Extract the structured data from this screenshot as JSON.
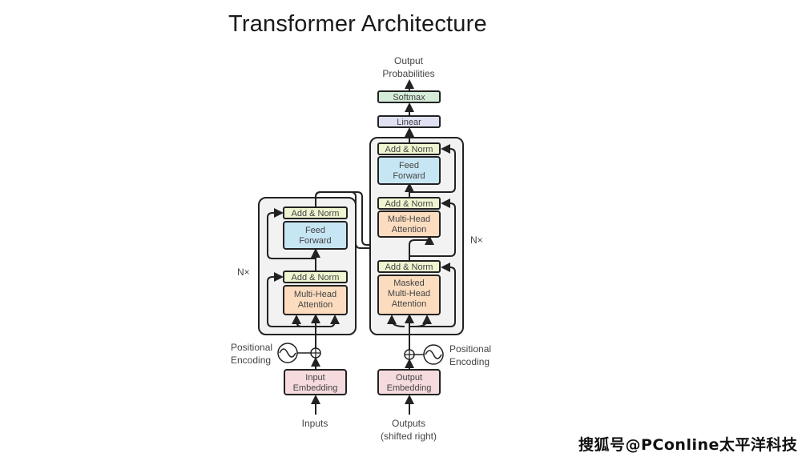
{
  "title": "Transformer Architecture",
  "watermark": "搜狐号@PConline太平洋科技",
  "colors": {
    "block_bg": "#f2f2f2",
    "add_norm": "#eff5d0",
    "feed_forward": "#c7e6f4",
    "attention": "#fbdcbf",
    "embedding": "#f5dade",
    "softmax": "#d5ecd8",
    "linear": "#dfe0f2",
    "stroke": "#222222"
  },
  "encoder": {
    "repeat_label": "N×",
    "add_norm_top": "Add & Norm",
    "feed_forward": [
      "Feed",
      "Forward"
    ],
    "add_norm_bottom": "Add & Norm",
    "attention": [
      "Multi-Head",
      "Attention"
    ],
    "positional_encoding": [
      "Positional",
      "Encoding"
    ],
    "embedding": [
      "Input",
      "Embedding"
    ],
    "input_label": "Inputs"
  },
  "decoder": {
    "repeat_label": "N×",
    "add_norm_top": "Add & Norm",
    "feed_forward": [
      "Feed",
      "Forward"
    ],
    "add_norm_mid": "Add & Norm",
    "attention": [
      "Multi-Head",
      "Attention"
    ],
    "add_norm_bottom": "Add & Norm",
    "masked_attention": [
      "Masked",
      "Multi-Head",
      "Attention"
    ],
    "positional_encoding": [
      "Positional",
      "Encoding"
    ],
    "embedding": [
      "Output",
      "Embedding"
    ],
    "input_label": [
      "Outputs",
      "(shifted right)"
    ]
  },
  "head": {
    "linear": "Linear",
    "softmax": "Softmax",
    "output_label": [
      "Output",
      "Probabilities"
    ]
  }
}
